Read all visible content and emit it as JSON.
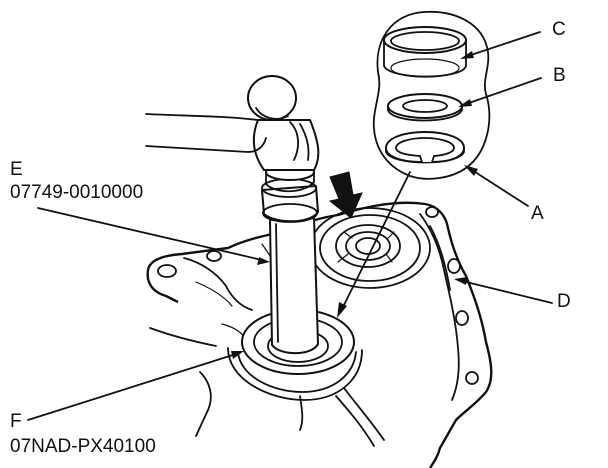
{
  "labels": {
    "a": "A",
    "b": "B",
    "c": "C",
    "d": "D",
    "e": "E",
    "e_part": "07749-0010000",
    "f": "F",
    "f_part": "07NAD-PX40100"
  },
  "colors": {
    "ink": "#111111",
    "background": "#ffffff"
  },
  "icons": {
    "direction_arrow": "down-arrow-icon"
  }
}
